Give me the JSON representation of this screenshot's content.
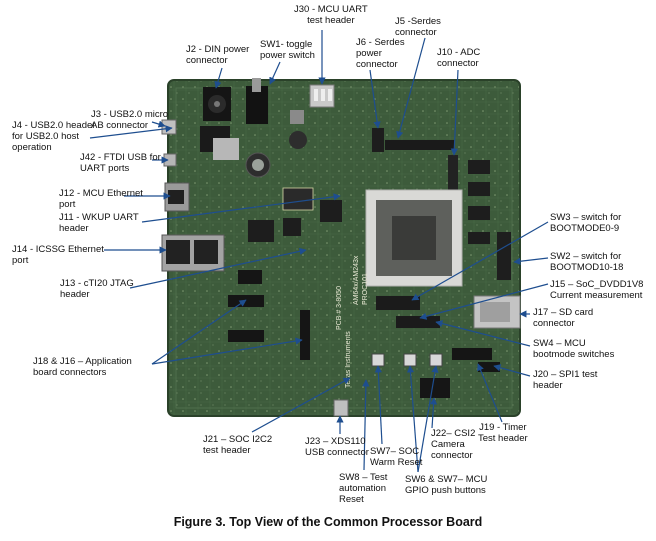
{
  "figure": {
    "caption": "Figure 3. Top View of the Common Processor Board"
  },
  "board": {
    "silkscreen": [
      "AM64x/AM243x",
      "PROC101",
      "PCB # 3-8050",
      "Texas Instruments"
    ]
  },
  "labels": {
    "j30": "J30 - MCU UART\ntest header",
    "j5": "J5 -Serdes\nconnector",
    "j2": "J2 - DIN power\nconnector",
    "sw1": "SW1- toggle\npower switch",
    "j6": "J6 - Serdes\npower\nconnector",
    "j10": "J10 - ADC\nconnector",
    "j3": "J3 - USB2.0 micro\nAB connector",
    "j4": "J4 - USB2.0 header\nfor USB2.0 host\noperation",
    "j42": "J42 - FTDI USB for\nUART ports",
    "j12": "J12 - MCU Ethernet\nport",
    "j11": "J11 - WKUP UART\nheader",
    "j14": "J14 - ICSSG Ethernet\nport",
    "j13": "J13 - cTI20 JTAG\nheader",
    "j18": "J18 & J16 – Application\nboard connectors",
    "sw3": "SW3 – switch for\nBOOTMODE0-9",
    "sw2": "SW2 – switch for\nBOOTMOD10-18",
    "j15": "J15 – SoC_DVDD1V8\nCurrent measurement",
    "j17": "J17 – SD card\nconnector",
    "sw4": "SW4 – MCU\nbootmode switches",
    "j20": "J20 – SPI1 test\nheader",
    "j19": "J19 - Timer\nTest header",
    "j21": "J21 – SOC I2C2\ntest header",
    "j23": "J23 – XDS110\nUSB connector",
    "sw7": "SW7– SOC\nWarm Reset",
    "j22": "J22– CSI2\nCamera\nconnector",
    "sw8": "SW8 – Test\nautomation\nReset",
    "sw6": "SW6 & SW7– MCU\nGPIO push buttons"
  },
  "colors": {
    "board": "#3c5a3a",
    "board_dark": "#2a4129",
    "arrow": "#1e4e8f"
  }
}
